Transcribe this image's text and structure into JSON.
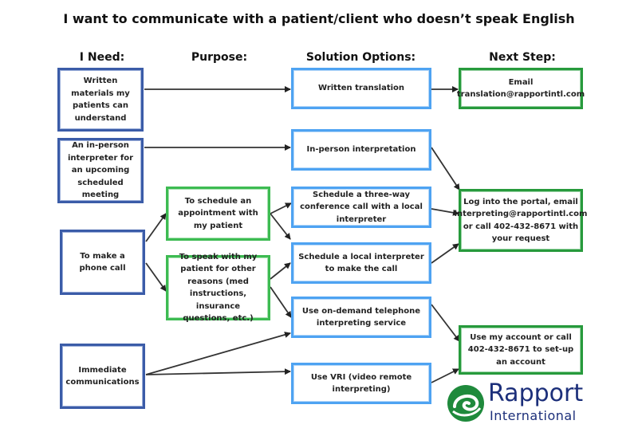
{
  "title": "I want to communicate with a patient/client who doesn’t speak English",
  "headers": {
    "need": "I Need:",
    "purpose": "Purpose:",
    "solution": "Solution Options:",
    "next": "Next Step:"
  },
  "needs": [
    "Written materials my patients can understand",
    "An in-person interpreter for an upcoming scheduled meeting",
    "To make a phone call",
    "Immediate communications"
  ],
  "purposes": [
    "To schedule an appointment with my patient",
    "To speak with my patient for other reasons (med instructions, insurance questions, etc.)"
  ],
  "solutions": [
    "Written translation",
    "In-person interpretation",
    "Schedule a three-way conference call with a local interpreter",
    "Schedule a local interpreter to make the call",
    "Use on-demand telephone interpreting service",
    "Use VRI (video remote interpreting)"
  ],
  "next_steps": [
    "Email translation@rapportintl.com",
    "Log into the portal, email interpreting@rapportintl.com or call 402-432-8671 with your request",
    "Use my account or call 402-432-8671 to set-up an account"
  ],
  "logo": {
    "line1": "Rapport",
    "line2": "International"
  },
  "colors": {
    "need": "#3b5ca8",
    "purpose": "#3dbb52",
    "solution": "#4ea3f2",
    "next": "#279a3c",
    "brand": "#1c2f7a",
    "logo_green": "#1f8a3c"
  }
}
